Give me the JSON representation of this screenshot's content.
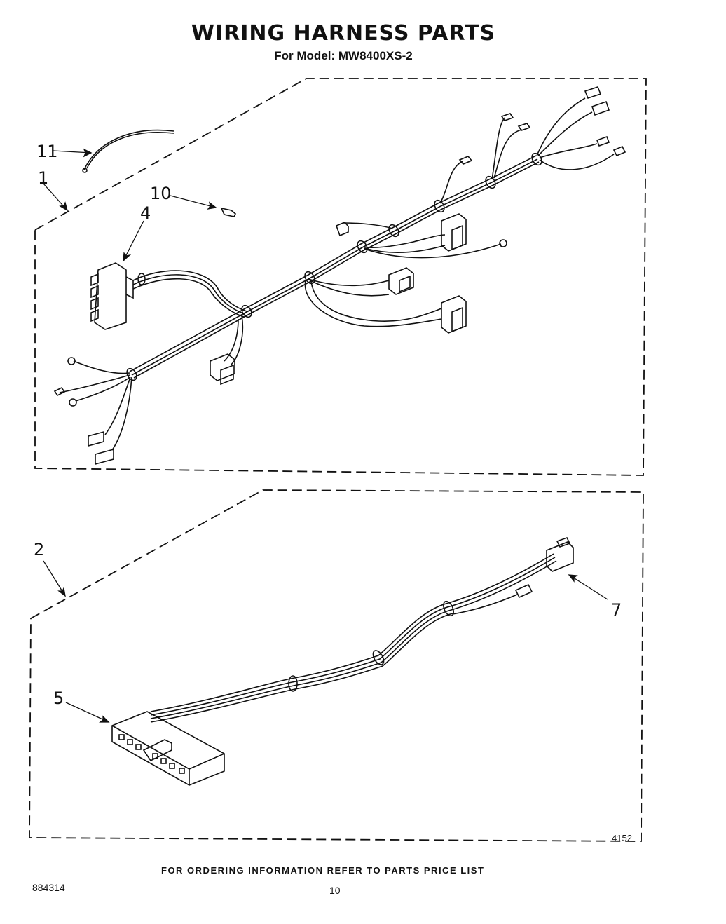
{
  "header": {
    "title": "WIRING HARNESS PARTS",
    "subtitle": "For Model: MW8400XS-2"
  },
  "callouts": {
    "c11": "11",
    "c1": "1",
    "c10": "10",
    "c4": "4",
    "c2": "2",
    "c7": "7",
    "c5": "5"
  },
  "figure_id": "4152",
  "footer": {
    "note": "FOR ORDERING INFORMATION REFER TO PARTS PRICE LIST",
    "doc_number": "884314",
    "page_number": "10"
  }
}
